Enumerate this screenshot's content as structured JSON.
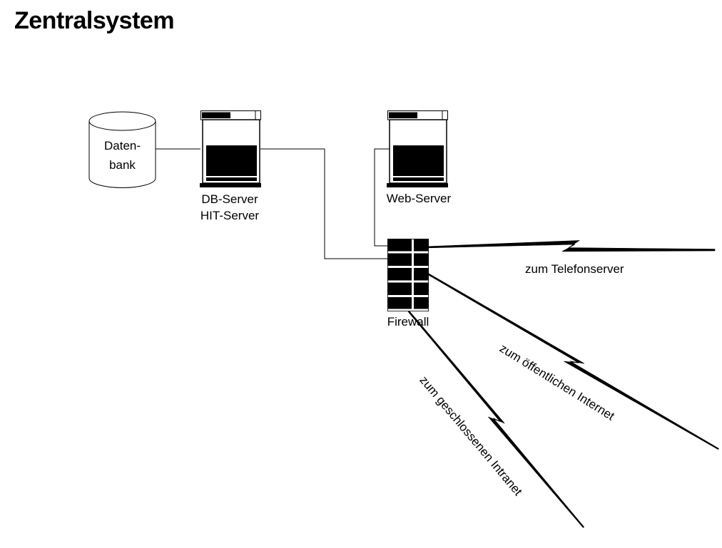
{
  "title": "Zentralsystem",
  "nodes": {
    "database": {
      "line1": "Daten-",
      "line2": "bank"
    },
    "db_server": {
      "line1": "DB-Server",
      "line2": "HIT-Server"
    },
    "web_server": {
      "label": "Web-Server"
    },
    "firewall": {
      "label": "Firewall"
    }
  },
  "links": {
    "telefonserver": {
      "label": "zum Telefonserver"
    },
    "internet": {
      "label": "zum öffentlichen Internet"
    },
    "intranet": {
      "label": "zum geschlossenen Intranet"
    }
  },
  "colors": {
    "ink": "#000000",
    "background": "#ffffff"
  }
}
